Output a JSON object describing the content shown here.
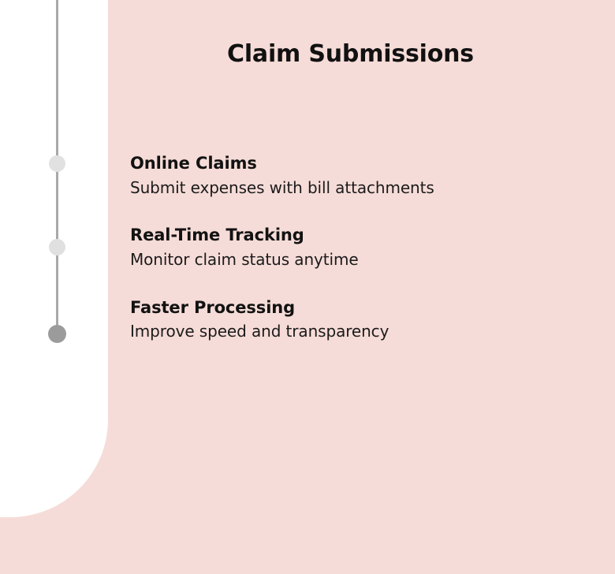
{
  "slide": {
    "title": "Claim Submissions",
    "background_color": "#f6dcd8",
    "panel_color": "#ffffff",
    "track_color": "#a9a9a9",
    "items": [
      {
        "title": "Online Claims",
        "description": "Submit expenses with bill attachments",
        "marker_color": "#e1e1e1"
      },
      {
        "title": "Real-Time Tracking",
        "description": "Monitor claim status anytime",
        "marker_color": "#e0e0e0"
      },
      {
        "title": "Faster Processing",
        "description": "Improve speed and transparency",
        "marker_color": "#9b9b9b"
      }
    ]
  }
}
